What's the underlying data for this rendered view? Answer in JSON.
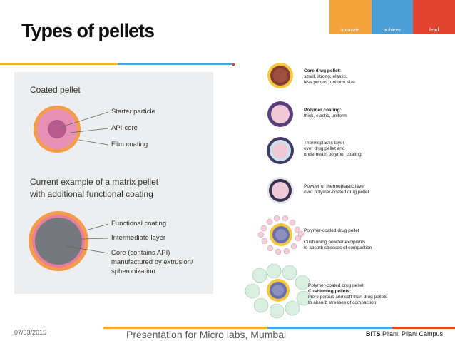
{
  "slide": {
    "title": "Types of pellets",
    "brand": [
      {
        "label": "innovate",
        "color": "#f3a33b"
      },
      {
        "label": "achieve",
        "color": "#4a9fd8"
      },
      {
        "label": "lead",
        "color": "#e2452d"
      }
    ],
    "accent_colors": {
      "gold": "#f3b234",
      "blue": "#4aa3df",
      "red": "#e2452d"
    }
  },
  "left_panel": {
    "coated_heading": "Coated pellet",
    "coated_labels": [
      "Starter particle",
      "API-core",
      "Film coating"
    ],
    "matrix_heading_line1": "Current example of a matrix pellet",
    "matrix_heading_line2": "with additional functional coating",
    "matrix_labels": [
      "Functional coating",
      "Intermediate layer",
      "Core (contains API)",
      "manufactured by extrusion/",
      "spheronization"
    ]
  },
  "right_panel": [
    {
      "bold": "Core drug pellet:",
      "lines": [
        "small, strong, elastic,",
        "less porous, uniform size"
      ]
    },
    {
      "bold": "Polymer coating:",
      "lines": [
        "thick, elastic, uniform"
      ]
    },
    {
      "bold": "",
      "lines": [
        "Thermoplastic layer",
        "over drug pellet and",
        "underneath polymer coating"
      ]
    },
    {
      "bold": "",
      "lines": [
        "Powder or thermoplastic layer",
        "over polymer-coated drug pellet"
      ]
    },
    {
      "bold": "",
      "lines": [
        "Polymer-coated drug pellet",
        "",
        "Cushioning powder excipients",
        "to absorb stresses of compaction"
      ]
    },
    {
      "bold": "",
      "lines": [
        "Polymer-coated drug pellet"
      ],
      "bold2": "Cushioning pellets:",
      "lines2": [
        "more porous and soft than drug pellets",
        "to absorb stresses of compaction"
      ]
    }
  ],
  "footer": {
    "date": "07/03/2015",
    "presentation": "Presentation for Micro labs, Mumbai",
    "campus_bold": "BITS",
    "campus_rest": " Pilani, Pilani Campus"
  }
}
